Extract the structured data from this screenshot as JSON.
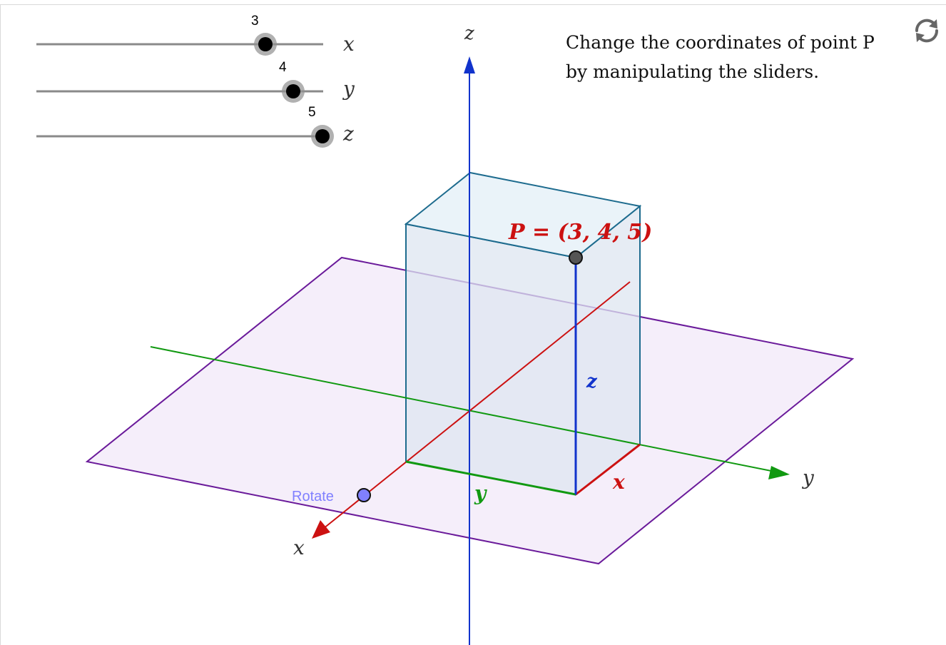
{
  "sliders": [
    {
      "label": "x",
      "value": "3",
      "min": -5,
      "max": 5
    },
    {
      "label": "y",
      "value": "4",
      "min": -5,
      "max": 5
    },
    {
      "label": "z",
      "value": "5",
      "min": -5,
      "max": 5
    }
  ],
  "instructions": {
    "line1": "Change the coordinates of point P",
    "line2": "by manipulating the sliders."
  },
  "axes": {
    "x": "x",
    "y": "y",
    "z": "z"
  },
  "point": {
    "label": "P = (3, 4, 5)"
  },
  "segments": {
    "x": "x",
    "y": "y",
    "z": "z"
  },
  "rotate": {
    "label": "Rotate"
  },
  "colors": {
    "x_axis": "#cc1111",
    "y_axis": "#119911",
    "z_axis": "#1133cc",
    "plane_stroke": "#6a1a9a",
    "plane_fill": "#f5eefa",
    "box_stroke": "#1d6b8e",
    "rotate_point": "#8080ff"
  },
  "icons": {
    "reset": "reset-arrows-icon"
  }
}
